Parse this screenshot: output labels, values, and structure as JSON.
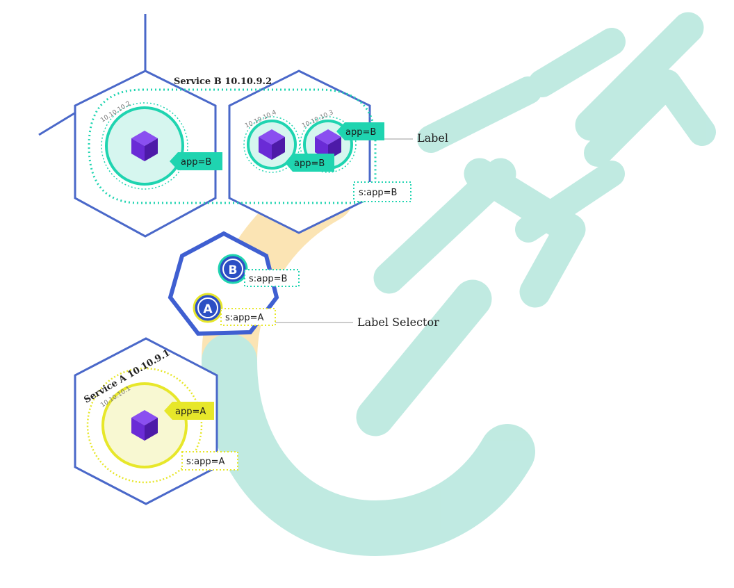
{
  "service_b": {
    "title": "Service B 10.10.9.2",
    "selector": "s:app=B",
    "pods": [
      {
        "ip": "10.10.10.2",
        "label": "app=B"
      },
      {
        "ip": "10.10.10.4",
        "label": "app=B"
      },
      {
        "ip": "10.10.10.3",
        "label": "app=B"
      }
    ]
  },
  "service_a": {
    "title": "Service A  10.10.9.1",
    "selector": "s:app=A",
    "pod": {
      "ip": "10.10.10.1",
      "label": "app=A"
    }
  },
  "control": {
    "badge_b": "B",
    "badge_a": "A",
    "selector_b": "s:app=B",
    "selector_a": "s:app=A"
  },
  "callouts": {
    "label": "Label",
    "label_selector": "Label Selector"
  },
  "colors": {
    "node_stroke": "#4a68c9",
    "teal": "#1fd4b0",
    "teal_light": "#d6f6ef",
    "yellow": "#e7e72a",
    "yellow_light": "#f8f8d2",
    "cube": "#6a2bd6",
    "watermark_teal": "#bde9e0",
    "watermark_orange": "#fbe3b0"
  }
}
